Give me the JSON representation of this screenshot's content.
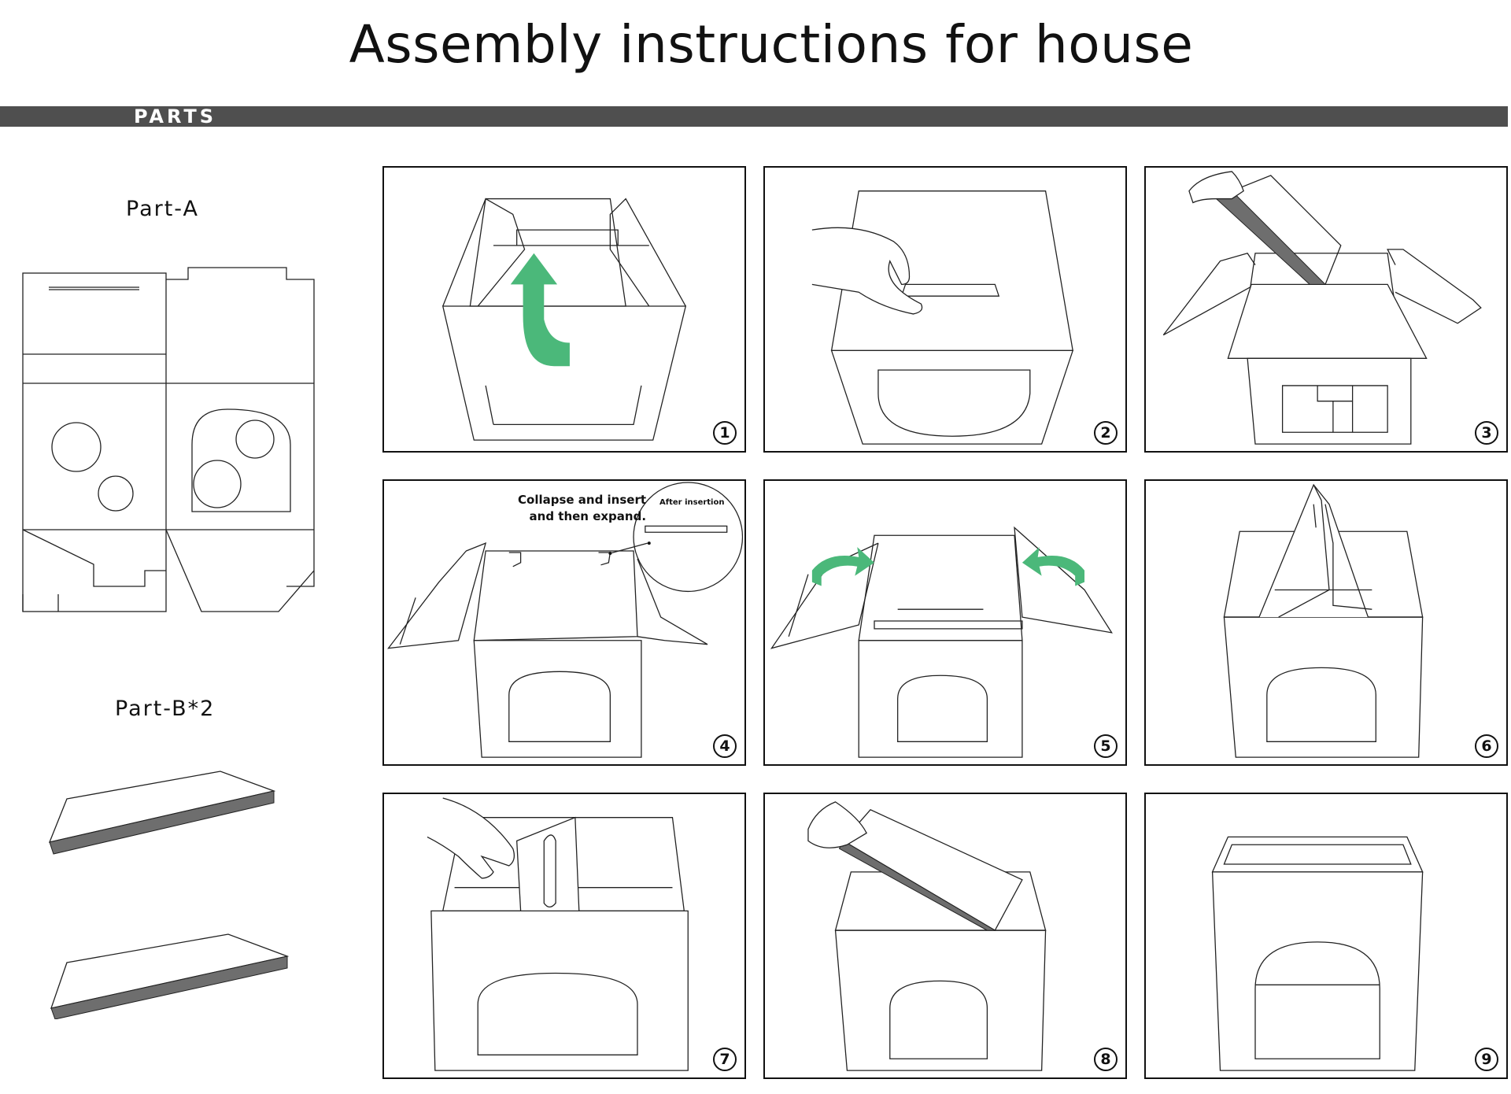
{
  "title": "Assembly instructions for house",
  "parts_header": "PARTS",
  "parts": [
    {
      "label": "Part-A"
    },
    {
      "label": "Part-B*2"
    }
  ],
  "steps": [
    {
      "number": "1"
    },
    {
      "number": "2"
    },
    {
      "number": "3"
    },
    {
      "number": "4",
      "note": "Collapse and insert\nand then expand.",
      "inset_label": "After insertion"
    },
    {
      "number": "5"
    },
    {
      "number": "6"
    },
    {
      "number": "7"
    },
    {
      "number": "8"
    },
    {
      "number": "9"
    }
  ],
  "colors": {
    "header_bar": "#4f4f4f",
    "arrow": "#4bb87a",
    "panel_gray": "#6e6e6e"
  },
  "icons": [
    "curved-up-arrow-icon",
    "rotate-arrow-icon",
    "hand-icon"
  ]
}
